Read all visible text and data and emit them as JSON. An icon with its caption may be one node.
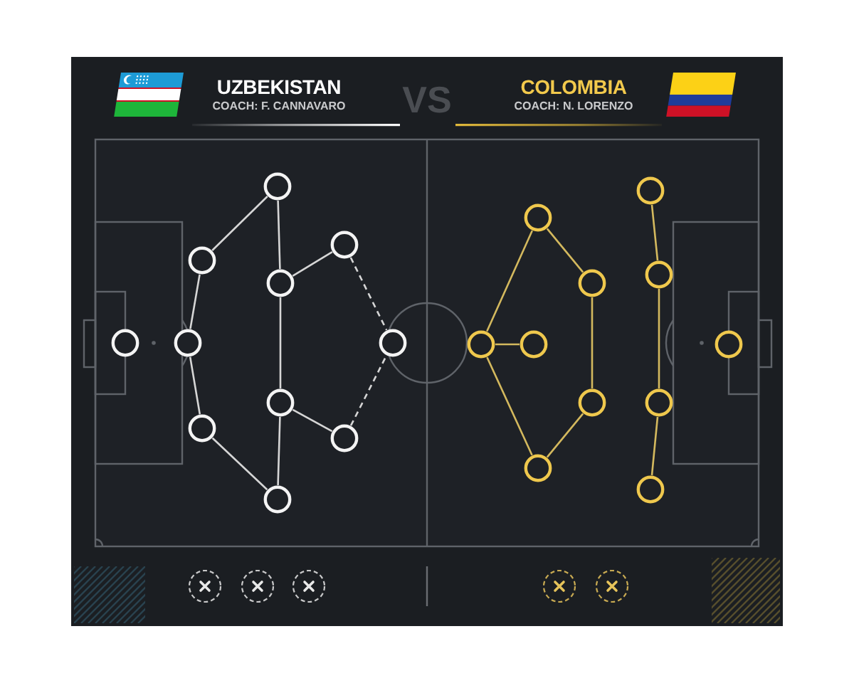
{
  "diagram": {
    "nodes": [
      {
        "text": [],
        "shape": "circle"
      },
      {
        "text": [],
        "shape": "circle"
      },
      {
        "text": [],
        "shape": "circle"
      },
      {
        "text": [],
        "shape": "circle"
      },
      {
        "text": [],
        "shape": "circle"
      },
      {
        "text": [],
        "shape": "circle"
      },
      {
        "text": [],
        "shape": "circle"
      },
      {
        "text": [],
        "shape": "circle"
      },
      {
        "text": [],
        "shape": "circle"
      },
      {
        "text": [],
        "shape": "circle"
      },
      {
        "text": [],
        "shape": "circle"
      },
      {
        "text": [],
        "shape": "circle"
      },
      {
        "text": [],
        "shape": "circle"
      },
      {
        "text": [],
        "shape": "circle"
      },
      {
        "text": [],
        "shape": "circle"
      },
      {
        "text": [],
        "shape": "circle"
      },
      {
        "text": [],
        "shape": "circle"
      },
      {
        "text": [],
        "shape": "circle"
      },
      {
        "text": [],
        "shape": "circle"
      },
      {
        "text": [],
        "shape": "circle"
      },
      {
        "text": [],
        "shape": "circle"
      },
      {
        "text": [],
        "shape": "circle"
      }
    ],
    "edges": [
      {
        "from": 1,
        "to": 4,
        "arrow": "none"
      },
      {
        "from": 1,
        "to": 2,
        "arrow": "none"
      },
      {
        "from": 2,
        "to": 3,
        "arrow": "none"
      },
      {
        "from": 3,
        "to": 7,
        "arrow": "none"
      },
      {
        "from": 4,
        "to": 5,
        "arrow": "none"
      },
      {
        "from": 5,
        "to": 6,
        "arrow": "none"
      },
      {
        "from": 6,
        "to": 7,
        "arrow": "none"
      },
      {
        "from": 5,
        "to": 8,
        "arrow": "none"
      },
      {
        "from": 6,
        "to": 9,
        "arrow": "none"
      },
      {
        "from": 8,
        "to": 10,
        "arrow": "none",
        "style": "dashed"
      },
      {
        "from": 9,
        "to": 10,
        "arrow": "none",
        "style": "dashed"
      },
      {
        "from": 11,
        "to": 12,
        "arrow": "none",
        "color": "#d4b95e"
      },
      {
        "from": 11,
        "to": 13,
        "arrow": "none",
        "color": "#d4b95e"
      },
      {
        "from": 11,
        "to": 14,
        "arrow": "none",
        "color": "#d4b95e"
      },
      {
        "from": 12,
        "to": 15,
        "arrow": "none",
        "color": "#d4b95e"
      },
      {
        "from": 15,
        "to": 16,
        "arrow": "none",
        "color": "#d4b95e"
      },
      {
        "from": 16,
        "to": 14,
        "arrow": "none",
        "color": "#d4b95e"
      },
      {
        "from": 17,
        "to": 18,
        "arrow": "none",
        "color": "#d4b95e"
      },
      {
        "from": 18,
        "to": 19,
        "arrow": "none",
        "color": "#d4b95e"
      },
      {
        "from": 19,
        "to": 20,
        "arrow": "none",
        "color": "#d4b95e"
      }
    ],
    "labels": [
      "UZBEKISTAN",
      "COACH: F. CANNAVARO",
      "VS",
      "COLOMBIA",
      "COACH: N. LORENZO"
    ]
  }
}
